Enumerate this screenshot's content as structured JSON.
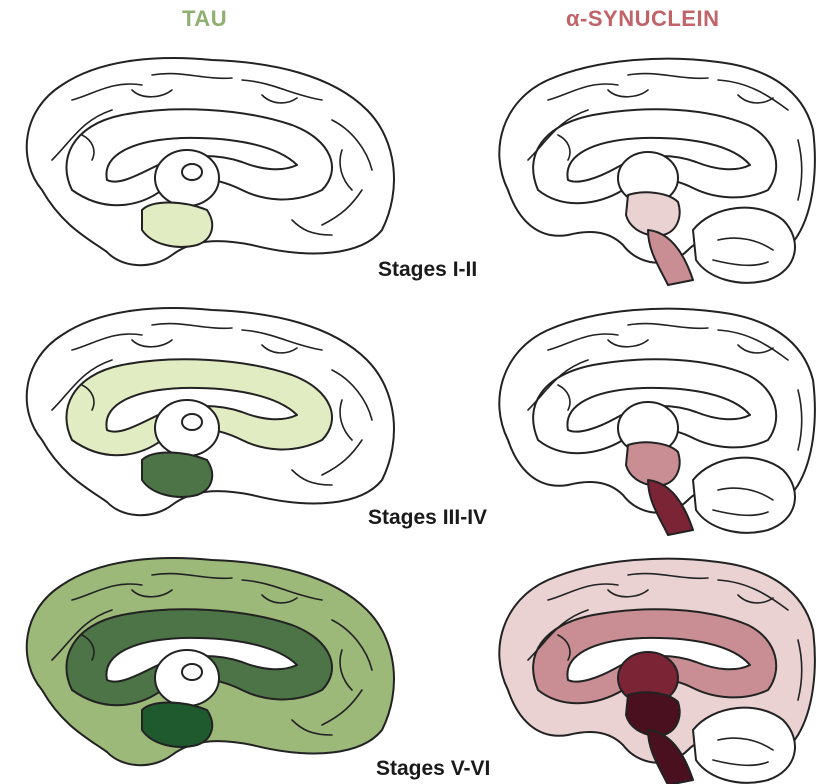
{
  "headers": {
    "tau": "TAU",
    "synuclein": "α-SYNUCLEIN"
  },
  "stages": [
    {
      "label": "Stages I-II"
    },
    {
      "label": "Stages III-IV"
    },
    {
      "label": "Stages V-VI"
    }
  ],
  "colors": {
    "tau_header": "#8fb070",
    "synuclein_header": "#c0646a",
    "tau_light": "#e2ecc3",
    "tau_medium": "#9cb97a",
    "tau_dark": "#4c7446",
    "tau_darkest": "#1f5a2e",
    "syn_light": "#ead2d2",
    "syn_medium": "#c98e93",
    "syn_dark": "#7a2436",
    "syn_darkest": "#4a1020",
    "outline": "#222222"
  }
}
